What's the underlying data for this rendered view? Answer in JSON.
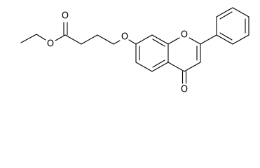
{
  "molecule": {
    "atoms": {
      "carbonyl_oxygen": "O",
      "ester_oxygen": "O",
      "ether_oxygen": "O",
      "ring_oxygen": "O",
      "ketone_oxygen": "O"
    }
  }
}
